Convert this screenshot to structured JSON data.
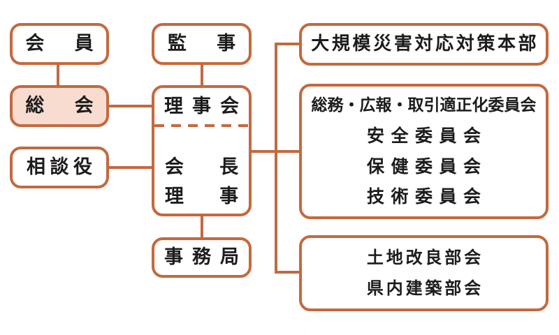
{
  "palette": {
    "line_color": "#c4693f",
    "highlight_fill": "#f8dcd0",
    "text_color": "#1c1c1c"
  },
  "nodes": {
    "members": {
      "label": "会員"
    },
    "general_assembly": {
      "label": "総会"
    },
    "advisor": {
      "label": "相談役"
    },
    "auditor": {
      "label": "監事"
    },
    "board": {
      "label": "理事会"
    },
    "chairman": {
      "label": "会長"
    },
    "director": {
      "label": "理事"
    },
    "secretariat": {
      "label": "事務局"
    },
    "disaster_hq": {
      "label": "大規模災害対応対策本部"
    },
    "committee_group": {
      "items": [
        "総務・広報・取引適正化委員会",
        "安全委員会",
        "保健委員会",
        "技術委員会"
      ]
    },
    "subcommittee_group": {
      "items": [
        "土地改良部会",
        "県内建築部会"
      ]
    }
  }
}
